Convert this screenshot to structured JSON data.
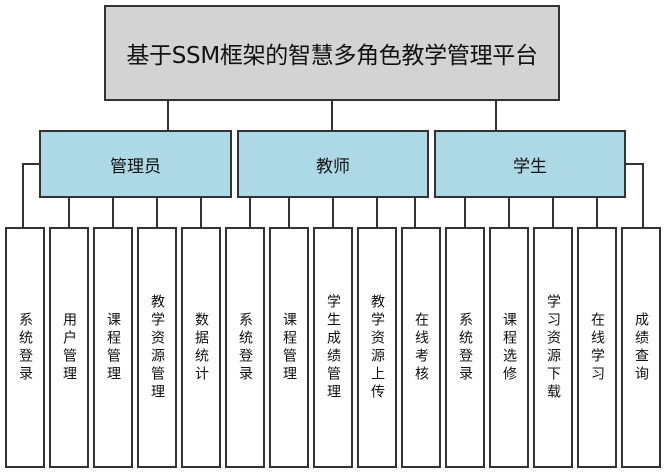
{
  "diagram": {
    "title": "基于SSM框架的智慧多角色教学管理平台",
    "colors": {
      "root_fill": "#d3d3d3",
      "role_fill": "#add8e6",
      "leaf_fill": "#ffffff",
      "stroke": "#333333"
    },
    "roles": [
      {
        "label": "管理员",
        "functions": [
          "系统登录",
          "用户管理",
          "课程管理",
          "教学资源管理",
          "数据统计"
        ]
      },
      {
        "label": "教师",
        "functions": [
          "系统登录",
          "课程管理",
          "学生成绩管理",
          "教学资源上传",
          "在线考核"
        ]
      },
      {
        "label": "学生",
        "functions": [
          "系统登录",
          "课程选修",
          "学习资源下载",
          "在线学习",
          "成绩查询"
        ]
      }
    ]
  }
}
